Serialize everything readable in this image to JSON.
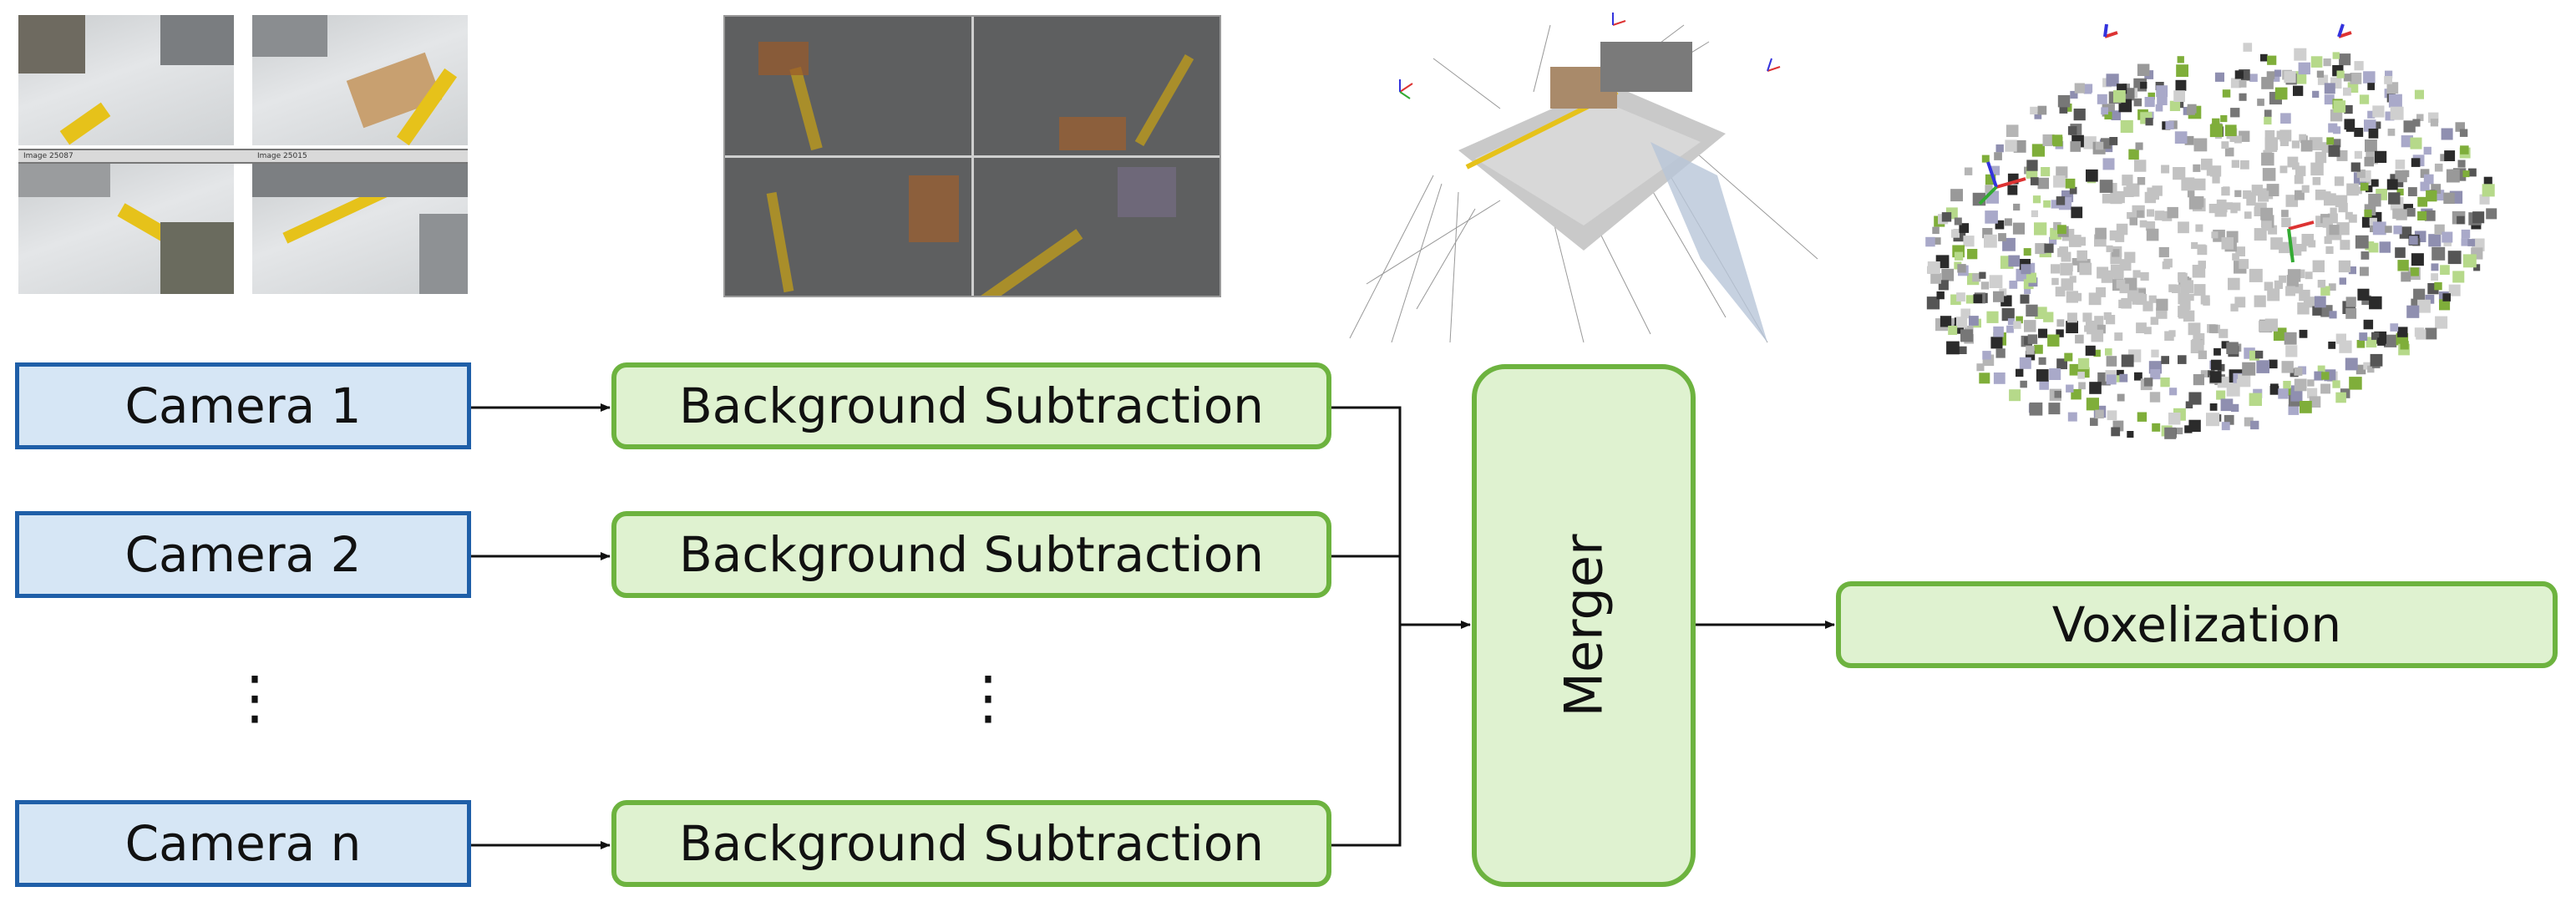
{
  "cameras": [
    {
      "label": "Camera 1"
    },
    {
      "label": "Camera 2"
    },
    {
      "label": "Camera n"
    }
  ],
  "background_subtraction": [
    {
      "label": "Background Subtraction"
    },
    {
      "label": "Background Subtraction"
    },
    {
      "label": "Background Subtraction"
    }
  ],
  "ellipsis": "⋮",
  "merger": {
    "label": "Merger"
  },
  "voxelization": {
    "label": "Voxelization"
  },
  "camera_view_captions": [
    "Image 25087",
    "Image 25015"
  ],
  "colors": {
    "camera_fill": "#d6e6f5",
    "camera_border": "#1f5fa8",
    "stage_fill": "#dff2d0",
    "stage_border": "#6db33f"
  }
}
